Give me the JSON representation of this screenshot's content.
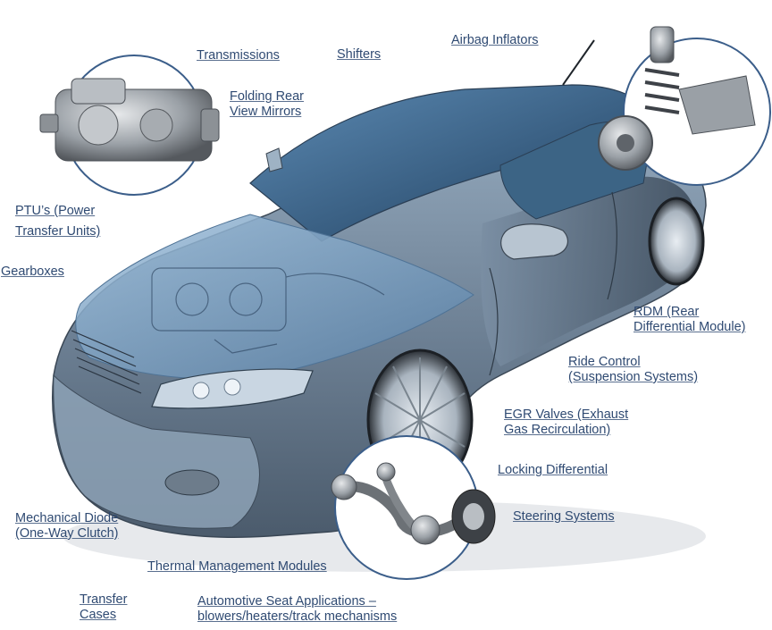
{
  "labels": {
    "transmissions": "Transmissions",
    "shifters": "Shifters",
    "airbag_inflators": "Airbag Inflators",
    "folding_mirrors": [
      "Folding Rear",
      "View Mirrors"
    ],
    "ptu": [
      "PTU’s (Power",
      "Transfer Units)"
    ],
    "gearboxes": "Gearboxes",
    "rdm": [
      "RDM (Rear",
      "Differential Module)"
    ],
    "ride_control": [
      "Ride Control",
      "(Suspension Systems)"
    ],
    "egr_valves": [
      "EGR Valves (Exhaust",
      "Gas Recirculation)"
    ],
    "locking_differential": "Locking Differential",
    "steering_systems": "Steering Systems",
    "mechanical_diode": [
      "Mechanical Diode",
      "(One-Way Clutch)"
    ],
    "thermal_management": "Thermal Management Modules",
    "transfer_cases": [
      "Transfer",
      "Cases"
    ],
    "seat_applications": [
      "Automotive Seat Applications –",
      "blowers/heaters/track mechanisms"
    ]
  },
  "colors": {
    "label_text": "#2f4a72",
    "car_body": "#6f8297",
    "glass": "#3d6a92",
    "inset_border": "#3b5e8a"
  }
}
